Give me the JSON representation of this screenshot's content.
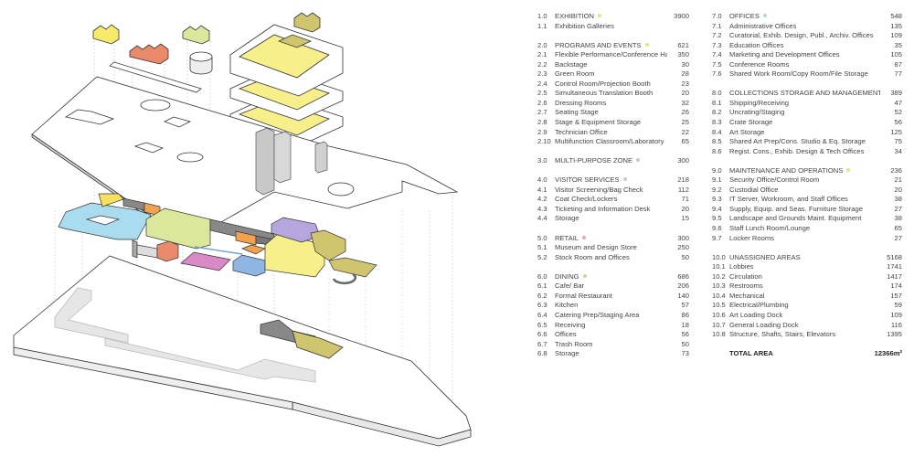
{
  "left_column": [
    {
      "num": "1.0",
      "label": "EXHIBITION",
      "value": "3900",
      "color": "#e8e27a",
      "items": [
        {
          "num": "1.1",
          "label": "Exhibition Galleries",
          "value": ""
        }
      ]
    },
    {
      "num": "2.0",
      "label": "PROGRAMS AND EVENTS",
      "value": "621",
      "color": "#e8e27a",
      "items": [
        {
          "num": "2.1",
          "label": "Flexible Performance/Conference Hall",
          "value": "350"
        },
        {
          "num": "2.2",
          "label": "Backstage",
          "value": "30"
        },
        {
          "num": "2.3",
          "label": "Green Room",
          "value": "28"
        },
        {
          "num": "2.4",
          "label": "Control Room/Projection Booth",
          "value": "23"
        },
        {
          "num": "2.5",
          "label": "Simultaneous Translation Booth",
          "value": "20"
        },
        {
          "num": "2.6",
          "label": "Dressing Rooms",
          "value": "32"
        },
        {
          "num": "2.7",
          "label": "Seating Stage",
          "value": "26"
        },
        {
          "num": "2.8",
          "label": "Stage & Equipment Storage",
          "value": "25"
        },
        {
          "num": "2.9",
          "label": "Technician Office",
          "value": "22"
        },
        {
          "num": "2.10",
          "label": "Multifunction Classroom/Laboratory",
          "value": "65"
        }
      ]
    },
    {
      "num": "3.0",
      "label": "MULTI-PURPOSE ZONE",
      "value": "300",
      "color": "#c9c9c9",
      "items": []
    },
    {
      "num": "4.0",
      "label": "VISITOR SERVICES",
      "value": "218",
      "color": "#c9c9c9",
      "items": [
        {
          "num": "4.1",
          "label": "Visitor Screening/Bag Check",
          "value": "112"
        },
        {
          "num": "4.2",
          "label": "Coat Check/Lockers",
          "value": "71"
        },
        {
          "num": "4.3",
          "label": "Ticketing and Information Desk",
          "value": "20"
        },
        {
          "num": "4.4",
          "label": "Storage",
          "value": "15"
        }
      ]
    },
    {
      "num": "5.0",
      "label": "RETAIL",
      "value": "300",
      "color": "#e9a3b6",
      "items": [
        {
          "num": "5.1",
          "label": "Museum and Design Store",
          "value": "250"
        },
        {
          "num": "5.2",
          "label": "Stock Room and Offices",
          "value": "50"
        }
      ]
    },
    {
      "num": "6.0",
      "label": "DINING",
      "value": "686",
      "color": "#c6dd8f",
      "items": [
        {
          "num": "6.1",
          "label": "Cafe/ Bar",
          "value": "206"
        },
        {
          "num": "6.2",
          "label": "Formal Restaurant",
          "value": "140"
        },
        {
          "num": "6.3",
          "label": "Kitchen",
          "value": "57"
        },
        {
          "num": "6.4",
          "label": "Catering Prep/Staging Area",
          "value": "86"
        },
        {
          "num": "6.5",
          "label": "Receiving",
          "value": "18"
        },
        {
          "num": "6.6",
          "label": "Offices",
          "value": "56"
        },
        {
          "num": "6.7",
          "label": "Trash Room",
          "value": "50"
        },
        {
          "num": "6.8",
          "label": "Storage",
          "value": "73"
        }
      ]
    }
  ],
  "right_column": [
    {
      "num": "7.0",
      "label": "OFFICES",
      "value": "548",
      "color": "#a9dbe9",
      "items": [
        {
          "num": "7.1",
          "label": "Administrative Offices",
          "value": "135"
        },
        {
          "num": "7.2",
          "label": "Curatorial, Exhib. Design, Publ., Archiv. Offices",
          "value": "109"
        },
        {
          "num": "7.3",
          "label": "Education Offices",
          "value": "35"
        },
        {
          "num": "7.4",
          "label": "Marketing and Development Offices",
          "value": "105"
        },
        {
          "num": "7.5",
          "label": "Conference Rooms",
          "value": "87"
        },
        {
          "num": "7.6",
          "label": "Shared Work Room/Copy Room/File Storage",
          "value": "77"
        }
      ]
    },
    {
      "num": "8.0",
      "label": "COLLECTIONS STORAGE AND MANAGEMENT",
      "value": "389",
      "color": "#c6dd8f",
      "items": [
        {
          "num": "8.1",
          "label": "Shipping/Receiving",
          "value": "47"
        },
        {
          "num": "8.2",
          "label": "Uncrating/Staging",
          "value": "52"
        },
        {
          "num": "8.3",
          "label": "Crate Storage",
          "value": "56"
        },
        {
          "num": "8.4",
          "label": "Art Storage",
          "value": "125"
        },
        {
          "num": "8.5",
          "label": "Shared Art Prep/Cons. Studio & Eq. Storage",
          "value": "75"
        },
        {
          "num": "8.6",
          "label": "Regist. Cons., Exhib. Design & Tech Offices",
          "value": "34"
        }
      ]
    },
    {
      "num": "9.0",
      "label": "MAINTENANCE AND OPERATIONS",
      "value": "236",
      "color": "#e8e27a",
      "items": [
        {
          "num": "9.1",
          "label": "Security Office/Control Room",
          "value": "21"
        },
        {
          "num": "9.2",
          "label": "Custodial Office",
          "value": "20"
        },
        {
          "num": "9.3",
          "label": "IT Server, Workroom, and Staff Offices",
          "value": "38"
        },
        {
          "num": "9.4",
          "label": "Supply, Equip. and Seas. Furniture Storage",
          "value": "27"
        },
        {
          "num": "9.5",
          "label": "Landscape and Grounds Maint. Equipment",
          "value": "38"
        },
        {
          "num": "9.6",
          "label": "Staff Lunch Room/Lounge",
          "value": "65"
        },
        {
          "num": "9.7",
          "label": "Locker Rooms",
          "value": "27"
        }
      ]
    },
    {
      "num": "10.0",
      "label": "UNASSIGNED AREAS",
      "value": "5168",
      "color": "",
      "items": [
        {
          "num": "10.1",
          "label": "Lobbies",
          "value": "1741"
        },
        {
          "num": "10.2",
          "label": "Circulation",
          "value": "1417"
        },
        {
          "num": "10.3",
          "label": "Restrooms",
          "value": "174"
        },
        {
          "num": "10.4",
          "label": "Mechanical",
          "value": "157"
        },
        {
          "num": "10.5",
          "label": "Electrical/Plumbing",
          "value": "59"
        },
        {
          "num": "10.6",
          "label": "Art Loading Dock",
          "value": "109"
        },
        {
          "num": "10.7",
          "label": "General Loading Dock",
          "value": "116"
        },
        {
          "num": "10.8",
          "label": "Structure, Shafts, Stairs, Elevators",
          "value": "1395"
        }
      ]
    }
  ],
  "total": {
    "label": "TOTAL AREA",
    "value": "12366m²"
  },
  "diagram_colors": {
    "exhibition": "#f7ef8a",
    "retail_red": "#e98a6b",
    "dining_green": "#dbe89c",
    "collections_olive": "#cfc56e",
    "offices_blue": "#a8dcee",
    "visitor_blue": "#8fb6e3",
    "offices_purple": "#b5a6dd",
    "multipurpose_pink": "#d989c6",
    "orange": "#f0a24f",
    "grey": "#9a9a9a",
    "outline": "#333333"
  }
}
